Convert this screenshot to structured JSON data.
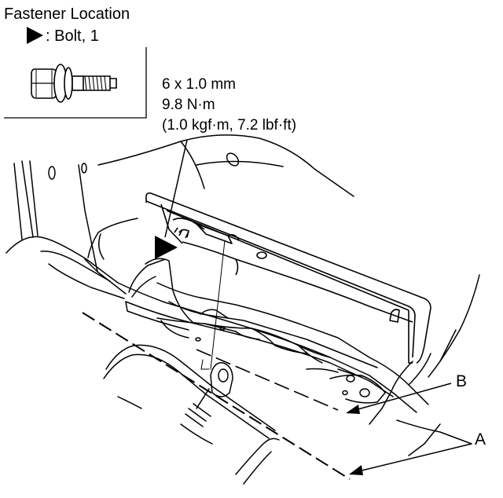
{
  "legend": {
    "title": "Fastener Location",
    "item": ": Bolt, 1"
  },
  "spec": {
    "size": "6 x 1.0 mm",
    "torque_nm": "9.8 N·m",
    "torque_alt": "(1.0 kgf·m, 7.2 lbf·ft)"
  },
  "callouts": {
    "a": "A",
    "b": "B"
  },
  "colors": {
    "ink": "#000000",
    "paper": "#ffffff"
  }
}
